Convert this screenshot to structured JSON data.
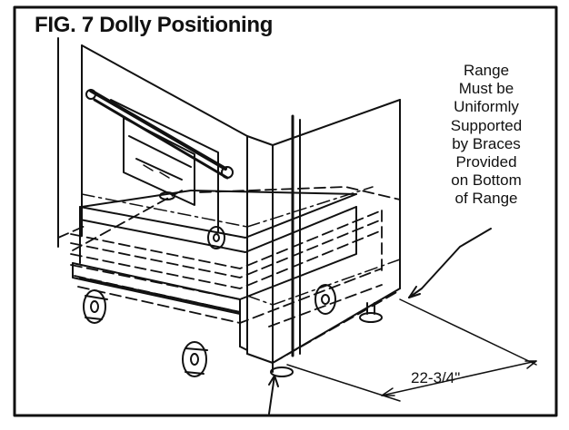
{
  "figure": {
    "title": "FIG. 7 Dolly Positioning",
    "note_lines": [
      "Range",
      "Must be",
      "Uniformly",
      "Supported",
      "by Braces",
      "Provided",
      "on Bottom",
      "of Range"
    ],
    "dimension_label": "22-3/4\""
  },
  "colors": {
    "ink": "#111111",
    "background": "#ffffff"
  }
}
